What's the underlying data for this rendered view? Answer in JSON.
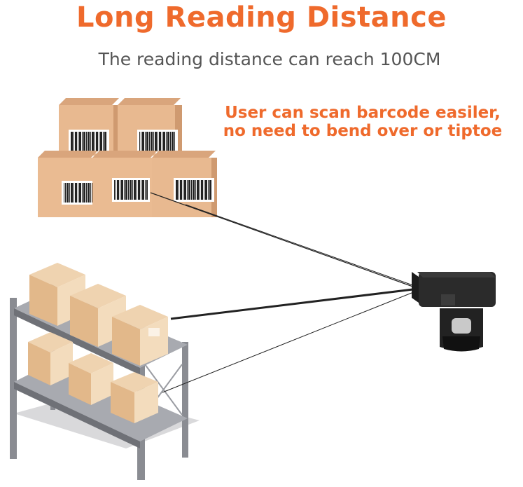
{
  "header": {
    "title": "Long Reading Distance",
    "subtitle": "The reading distance can reach 100CM"
  },
  "callout": {
    "line1": "User can scan barcode easiler,",
    "line2": "no need to bend over or tiptoe"
  },
  "colors": {
    "accent": "#ef6a2c",
    "subtitle": "#555555",
    "box": "#e6b58c",
    "shelf": "#7d7f85",
    "scanner": "#2a2a2a"
  },
  "icons": {
    "boxes": "barcode-carton-stack-icon",
    "shelf": "warehouse-shelf-icon",
    "scanner": "ring-barcode-scanner-icon"
  }
}
